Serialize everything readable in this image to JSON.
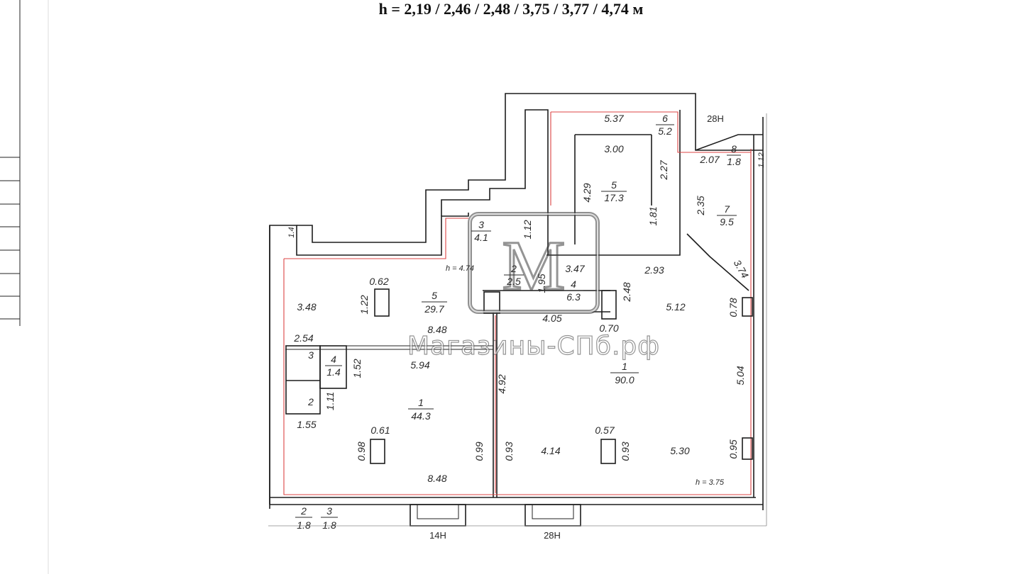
{
  "header": {
    "heights": "h = 2,19 / 2,46 / 2,48 / 3,75 / 3,77 / 4,74 м"
  },
  "watermark": {
    "text": "Магазины-СПб.рф"
  },
  "rooms": [
    {
      "num": "1",
      "area": "44.3"
    },
    {
      "num": "1",
      "area": "90.0"
    },
    {
      "num": "5",
      "area": "29.7"
    },
    {
      "num": "5",
      "area": "17.3"
    },
    {
      "num": "7",
      "area": "9.5"
    },
    {
      "num": "6",
      "area": "5.2"
    },
    {
      "num": "8",
      "area": "1.8"
    },
    {
      "num": "3",
      "area": "4.1"
    },
    {
      "num": "2",
      "area": "2.5"
    },
    {
      "num": "4",
      "area": "6.3"
    },
    {
      "num": "4",
      "area": "1.4"
    },
    {
      "num": "3",
      "area": ""
    },
    {
      "num": "2",
      "area": ""
    },
    {
      "num": "2",
      "area": "1.8"
    },
    {
      "num": "3",
      "area": "1.8"
    }
  ],
  "dimensions": [
    "5.37",
    "3.00",
    "4.29",
    "2.27",
    "1.81",
    "2.07",
    "2.35",
    "3.74",
    "1.12",
    "3.47",
    "2.93",
    "0.62",
    "1.22",
    "3.48",
    "1.95",
    "2.48",
    "4.05",
    "5.12",
    "0.78",
    "8.48",
    "0.70",
    "2.54",
    "1.52",
    "5.94",
    "4.92",
    "5.04",
    "1.11",
    "1.55",
    "0.61",
    "0.98",
    "0.99",
    "0.93",
    "4.14",
    "0.57",
    "0.93",
    "5.30",
    "0.95",
    "8.48",
    "1.4",
    "1.12"
  ],
  "notes": {
    "h_upper": "h = 4.74",
    "h_lower": "h = 3.75",
    "radiator_left": "14Н",
    "radiator_mid": "28Н",
    "radiator_top": "28Н"
  }
}
